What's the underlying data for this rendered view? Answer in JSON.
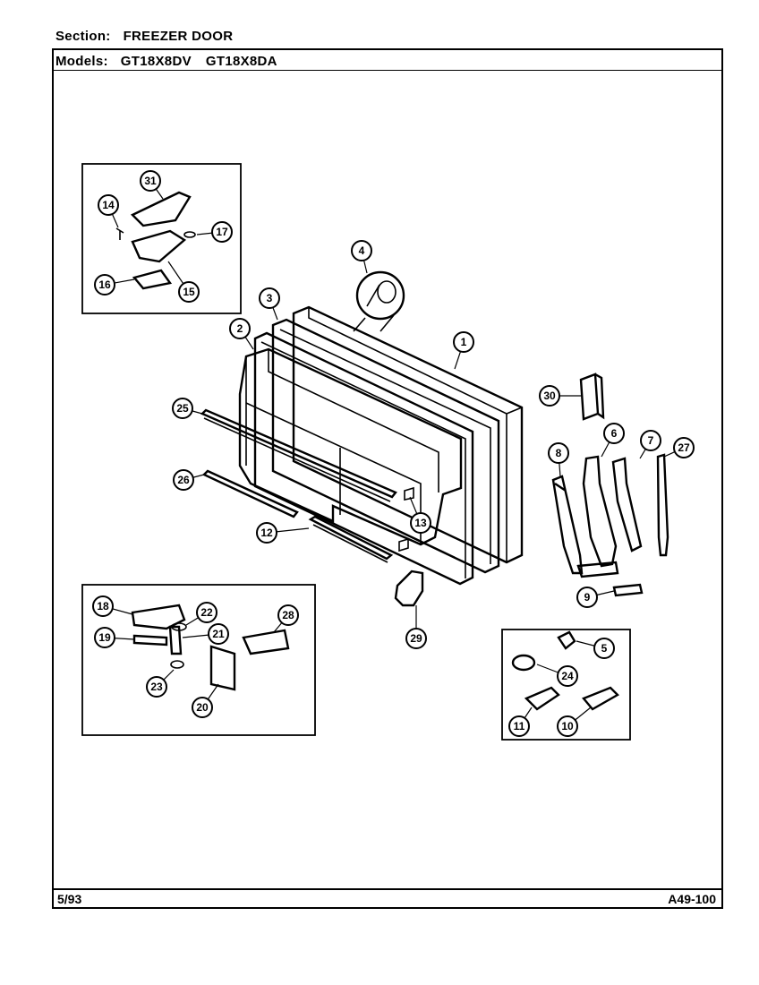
{
  "header": {
    "section_label": "Section:",
    "section_value": "FREEZER DOOR",
    "models_label": "Models:",
    "model_1": "GT18X8DV",
    "model_2": "GT18X8DA"
  },
  "footer": {
    "date": "5/93",
    "code": "A49-100"
  },
  "callouts": [
    "1",
    "2",
    "3",
    "4",
    "5",
    "6",
    "7",
    "8",
    "9",
    "10",
    "11",
    "12",
    "13",
    "14",
    "15",
    "16",
    "17",
    "18",
    "19",
    "20",
    "21",
    "22",
    "23",
    "24",
    "25",
    "26",
    "27",
    "28",
    "29",
    "30",
    "31"
  ]
}
